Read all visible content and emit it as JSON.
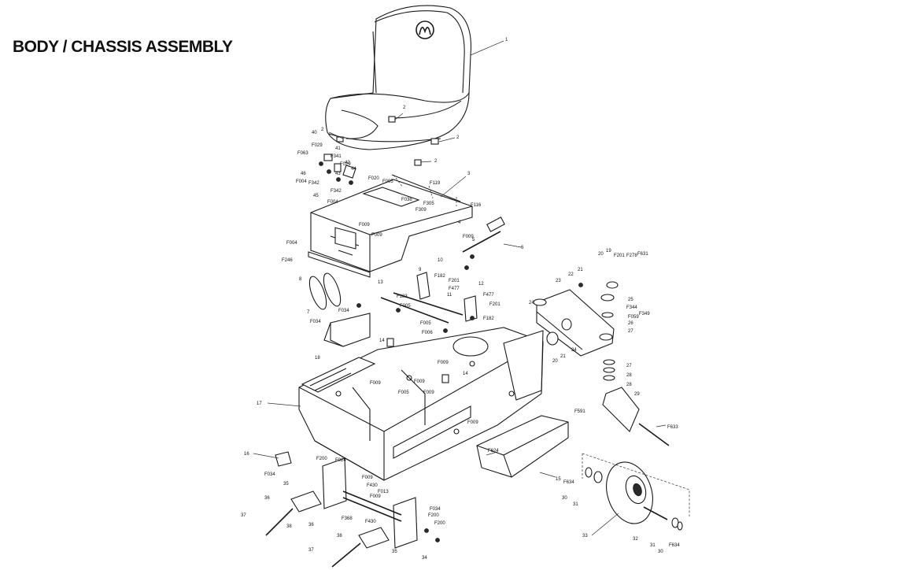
{
  "title": "BODY / CHASSIS ASSEMBLY",
  "callouts": [
    "1",
    "2",
    "2",
    "2",
    "2",
    "3",
    "40",
    "F029",
    "41",
    "F063",
    "F341",
    "42",
    "44",
    "F029",
    "46",
    "43",
    "F020",
    "F004",
    "F342",
    "45",
    "F342",
    "F005",
    "F119",
    "F004",
    "F038",
    "F116",
    "F309",
    "F305",
    "4",
    "F009",
    "F009",
    "5",
    "F004",
    "6",
    "F009",
    "F246",
    "8",
    "9",
    "10",
    "F182",
    "13",
    "F183",
    "F201",
    "F477",
    "11",
    "12",
    "F477",
    "F005",
    "F201",
    "7",
    "F034",
    "F182",
    "F005",
    "F006",
    "F034",
    "F009",
    "14",
    "18",
    "14",
    "F009",
    "F009",
    "F005",
    "F009",
    "17",
    "F009",
    "20",
    "19",
    "F201",
    "F278",
    "F631",
    "21",
    "22",
    "23",
    "24",
    "25",
    "F344",
    "F349",
    "F059",
    "26",
    "27",
    "24",
    "20",
    "21",
    "27",
    "28",
    "28",
    "29",
    "F591",
    "F624",
    "F633",
    "15",
    "16",
    "F200",
    "F024",
    "F034",
    "F009",
    "35",
    "F430",
    "F013",
    "F009",
    "36",
    "F368",
    "F200",
    "F034",
    "37",
    "38",
    "F430",
    "F200",
    "36",
    "F634",
    "30",
    "31",
    "33",
    "34",
    "37",
    "38",
    "35",
    "32",
    "31",
    "30",
    "F634"
  ]
}
